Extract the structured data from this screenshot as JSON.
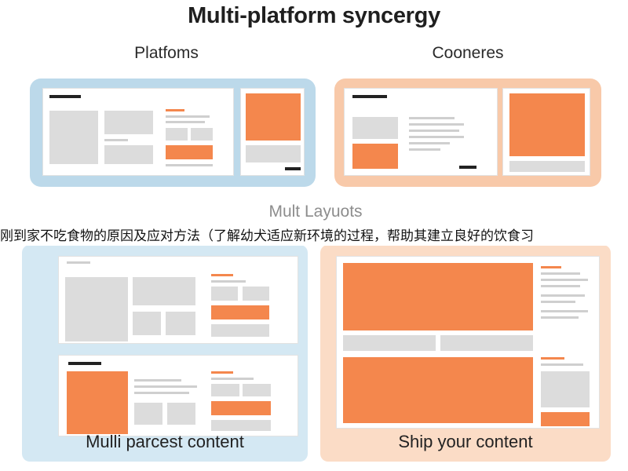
{
  "title": "Multi-platform syncergy",
  "labels": {
    "platforms": "Platfoms",
    "cooneres": "Cooneres",
    "layouts": "Mult Layuots",
    "left_bottom": "Mulli parcest content",
    "right_bottom": "Ship your content"
  },
  "banner_text": "刚到家不吃食物的原因及应对方法（了解幼犬适应新环境的过程，帮助其建立良好的饮食习",
  "colors": {
    "blue_panel": "#bcd9ea",
    "peach_panel": "#f8c9a9",
    "orange_block": "#f4874d",
    "grey_block": "#dcdcdc"
  }
}
